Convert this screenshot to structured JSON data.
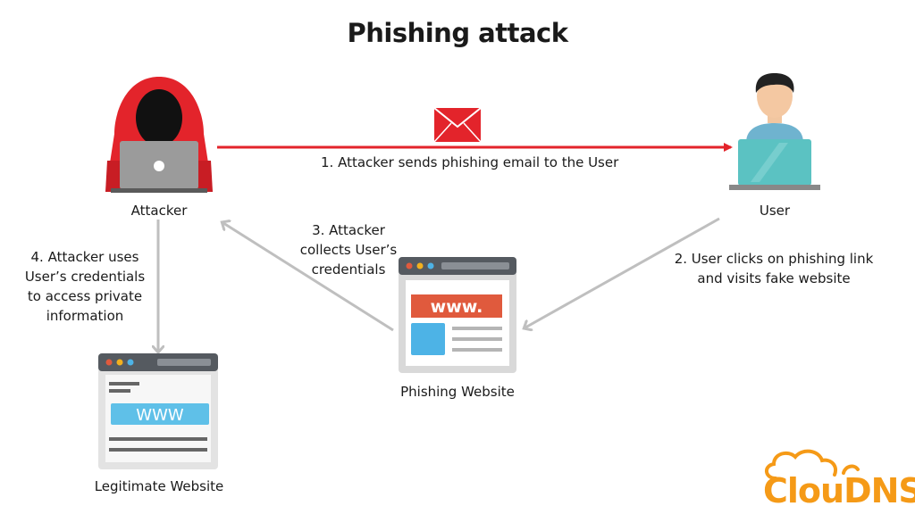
{
  "title": "Phishing attack",
  "nodes": {
    "attacker": "Attacker",
    "user": "User",
    "phishing_site": "Phishing Website",
    "legit_site": "Legitimate Website"
  },
  "steps": {
    "step1": "1. Attacker sends phishing email to the User",
    "step2": [
      "2. User clicks on phishing link",
      "and visits fake website"
    ],
    "step3": [
      "3. Attacker",
      "collects User’s",
      "credentials"
    ],
    "step4": [
      "4. Attacker uses",
      "User’s credentials",
      "to access private",
      "information"
    ]
  },
  "browser_text": {
    "phishing": "www.",
    "legit": "WWW"
  },
  "brand": "ClouDNS",
  "colors": {
    "attack_arrow": "#e3242b",
    "flow_arrow": "#bfbfbf",
    "hood": "#e3242b",
    "brand": "#f59a17",
    "laptop_user": "#5bc2c2",
    "browser_bar": "#555a60",
    "www_phish": "#e05a3d",
    "www_legit": "#5fc0e8"
  },
  "icons": [
    "attacker-icon",
    "user-icon",
    "email-icon",
    "phishing-website-icon",
    "legitimate-website-icon",
    "cloud-logo-icon"
  ]
}
